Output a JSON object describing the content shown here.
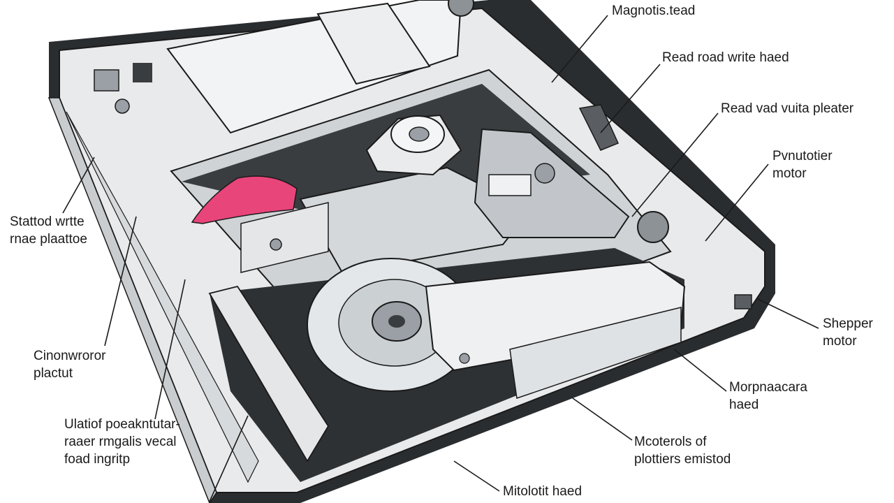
{
  "labels": {
    "magnetic_head": [
      "Magnotis.tead"
    ],
    "read_write_head": [
      "Read road write haed"
    ],
    "read_write_platter": [
      "Read vad vuita pleater"
    ],
    "rotation_motor": [
      "Pvnutotier",
      "motor"
    ],
    "stepper_motor": [
      "Shepper",
      "motor"
    ],
    "magnetic_head_2": [
      "Morpnaacara",
      "haed"
    ],
    "materials": [
      "Mcoterols of",
      "plottiers emistod"
    ],
    "motor_head": [
      "Mitolotit haed"
    ],
    "stated_write_platter": [
      "Stattod wrtte",
      "rnae plaattoe"
    ],
    "connector_platter": [
      "Cinonwroror",
      "plactut"
    ],
    "ultra_read": [
      "Ulatiof poeakntutar-",
      "raaer rmgalis vecal",
      "foad ingritp"
    ]
  },
  "colors": {
    "casing": "#e8eaeb",
    "casing_dark": "#2a2d30",
    "inner": "#cfd3d6",
    "accent_pink": "#e8457a",
    "metal": "#b9bdc1",
    "line": "#1a1a1a"
  }
}
